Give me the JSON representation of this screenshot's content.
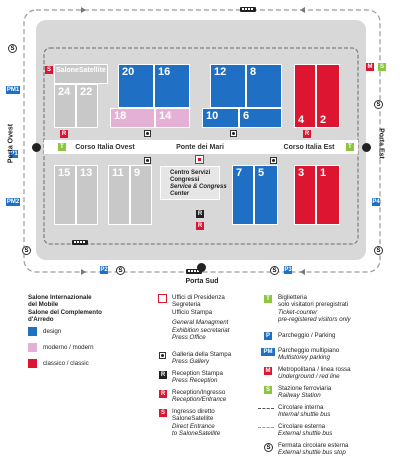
{
  "halls": {
    "h24": "24",
    "h22": "22",
    "h20": "20",
    "h16": "16",
    "h18": "18",
    "h14": "14",
    "h12": "12",
    "h8": "8",
    "h10": "10",
    "h6": "6",
    "h4": "4",
    "h2": "2",
    "h15": "15",
    "h13": "13",
    "h11": "11",
    "h9": "9",
    "h7": "7",
    "h5": "5",
    "h3": "3",
    "h1": "1"
  },
  "salone_satellite": "SaloneSatellite",
  "roads": {
    "corso_ovest": "Corso Italia Ovest",
    "ponte": "Ponte dei Mari",
    "corso_est": "Corso Italia Est"
  },
  "centro": {
    "line1": "Centro Servizi",
    "line2": "Congressi",
    "line3": "Service & Congress",
    "line4": "Center"
  },
  "gates": {
    "ovest": "Porta Ovest",
    "est": "Porta Est",
    "sud": "Porta Sud"
  },
  "badges": {
    "pm1": "PM1",
    "pm2": "PM2",
    "p1": "P1",
    "p4": "P4",
    "p2": "P2",
    "p3": "P3",
    "m": "M",
    "s": "S",
    "t": "T",
    "r": "R",
    "p": "P"
  },
  "legend": {
    "salone_1": "Salone Internazionale",
    "salone_2": "del Mobile",
    "salone_3": "Salone del Complemento",
    "salone_4": "d'Arredo",
    "design": "design",
    "moderno": "moderno / modern",
    "classico": "classico / classic",
    "uff_1": "Uffici di Presidenza",
    "uff_2": "Segreteria",
    "uff_3": "Ufficio Stampa",
    "uff_4": "General Managment",
    "uff_5": "Exhibition secretariat",
    "uff_6": "Press Office",
    "gal_1": "Galleria della Stampa",
    "gal_2": "Press Gallery",
    "rec_1": "Reception Stampa",
    "rec_2": "Press Reception",
    "ing_1": "Reception/Ingresso",
    "ing_2": "Reception/Entrance",
    "sat_1": "Ingresso diretto",
    "sat_2": "SaloneSatellite",
    "sat_3": "Direct Entrance",
    "sat_4": "to SaloneSatellite",
    "big_1": "Biglietteria",
    "big_2": "solo visitatori preregistrati",
    "big_3": "Ticket-counter",
    "big_4": "pre-registered visitors only",
    "park_1": "Parcheggio / Parking",
    "pm_1": "Parcheggio multipiano",
    "pm_2": "Multistorey parking",
    "metro_1": "Metropolitana / linea rossa",
    "metro_2": "Underground / red line",
    "fs_1": "Stazione ferroviaria",
    "fs_2": "Railway Station",
    "ci_1": "Circolare interna",
    "ci_2": "Internal shuttle bus",
    "ce_1": "Circolare esterna",
    "ce_2": "External shuttle bus",
    "fe_1": "Fermata circolare esterna",
    "fe_2": "External shuttle bus stop"
  },
  "colors": {
    "design": "#1f6fc5",
    "moderno": "#e5b0d6",
    "classico": "#dd1530",
    "grey": "#c8c8c8"
  }
}
